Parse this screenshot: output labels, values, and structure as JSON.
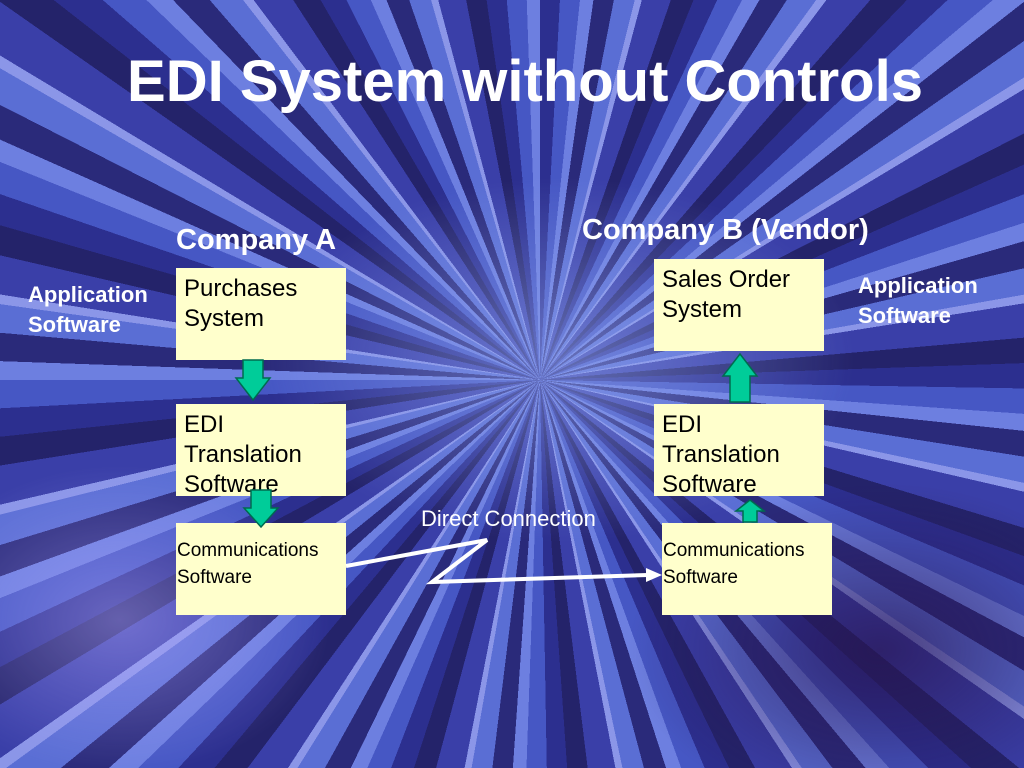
{
  "title": "EDI System without Controls",
  "company_a": {
    "heading": "Company A",
    "side_label": [
      "Application",
      "Software"
    ],
    "boxes": {
      "app": [
        "Purchases",
        "System"
      ],
      "edi": [
        "EDI",
        "Translation",
        "Software"
      ],
      "comm": [
        "Communications",
        "Software"
      ]
    }
  },
  "company_b": {
    "heading": "Company B (Vendor)",
    "side_label": [
      "Application",
      "Software"
    ],
    "boxes": {
      "app": [
        "Sales Order",
        "System"
      ],
      "edi": [
        "EDI",
        "Translation",
        "Software"
      ],
      "comm": [
        "Communications",
        "Software"
      ]
    }
  },
  "connection": {
    "label": "Direct Connection"
  },
  "colors": {
    "box_fill": "#ffffcc",
    "arrow_fill": "#00cc99",
    "text": "#ffffff"
  }
}
